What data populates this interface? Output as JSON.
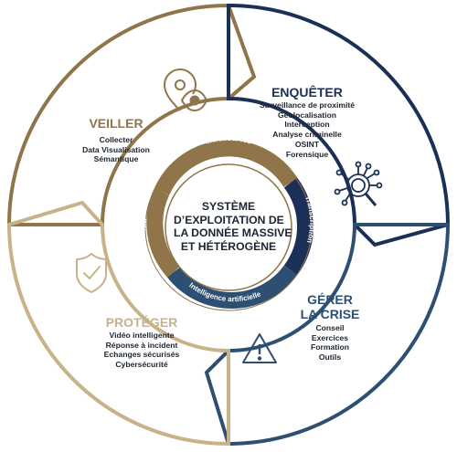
{
  "colors": {
    "gold": "#8f7549",
    "light_gold": "#c7b289",
    "navy": "#1b2f57",
    "steel_blue": "#2d4f72",
    "text_dark": "#1d2430",
    "white": "#ffffff"
  },
  "center": {
    "title_lines": [
      "SYSTÈME",
      "D’EXPLOITATION DE",
      "LA DONNÉE MASSIVE",
      "ET HÉTÉROGÈNE"
    ],
    "ring_labels": {
      "top": "Multisources",
      "right": "Transcription",
      "bottom": "Intelligence artificielle",
      "left": "SIG"
    }
  },
  "segments": {
    "veiller": {
      "title_lines": [
        "VEILLER"
      ],
      "items": [
        "Collecter",
        "Data Visualisation",
        "Sémantique"
      ],
      "icon": "location-eye-icon"
    },
    "enqueter": {
      "title_lines": [
        "ENQUÊTER"
      ],
      "items": [
        "Surveillance de proximité",
        "Géolocalisation",
        "Interception",
        "Analyse criminelle",
        "OSINT",
        "Forensique"
      ],
      "icon": "network-magnifier-icon"
    },
    "gerer": {
      "title_lines": [
        "GÉRER",
        "LA CRISE"
      ],
      "items": [
        "Conseil",
        "Exercices",
        "Formation",
        "Outils"
      ],
      "icon": "warning-triangle-icon"
    },
    "proteger": {
      "title_lines": [
        "PROTÉGER"
      ],
      "items": [
        "Vidéo intelligente",
        "Réponse à incident",
        "Echanges sécurisés",
        "Cybersécurité"
      ],
      "icon": "shield-check-icon"
    }
  }
}
